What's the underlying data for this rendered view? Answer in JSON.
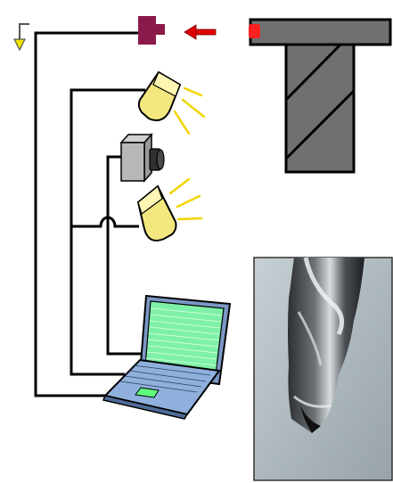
{
  "diagram": {
    "type": "tool-inspection-setup",
    "components": [
      {
        "id": "sensor",
        "icon": "proximity-sensor-icon",
        "color": "#8b1a4a"
      },
      {
        "id": "signal-arrow",
        "icon": "left-arrow-icon",
        "color": "#e00000"
      },
      {
        "id": "tool-holder",
        "icon": "end-mill-holder-icon",
        "color": "#707070",
        "tip_color": "#ff2020"
      },
      {
        "id": "light-upper",
        "icon": "spotlight-icon",
        "color": "#f4e77f"
      },
      {
        "id": "camera",
        "icon": "camera-icon",
        "color": "#b8b8b8"
      },
      {
        "id": "light-lower",
        "icon": "spotlight-icon",
        "color": "#f4e77f"
      },
      {
        "id": "laptop",
        "icon": "laptop-icon",
        "screen_color": "#7ef0a8",
        "body_color": "#6e8fbf"
      },
      {
        "id": "trigger-arrow",
        "icon": "return-arrow-icon",
        "color": "#f2e400"
      },
      {
        "id": "tool-photo",
        "icon": "end-mill-photo"
      }
    ],
    "wire_color": "#000000",
    "light_ray_color": "#f2d400"
  }
}
